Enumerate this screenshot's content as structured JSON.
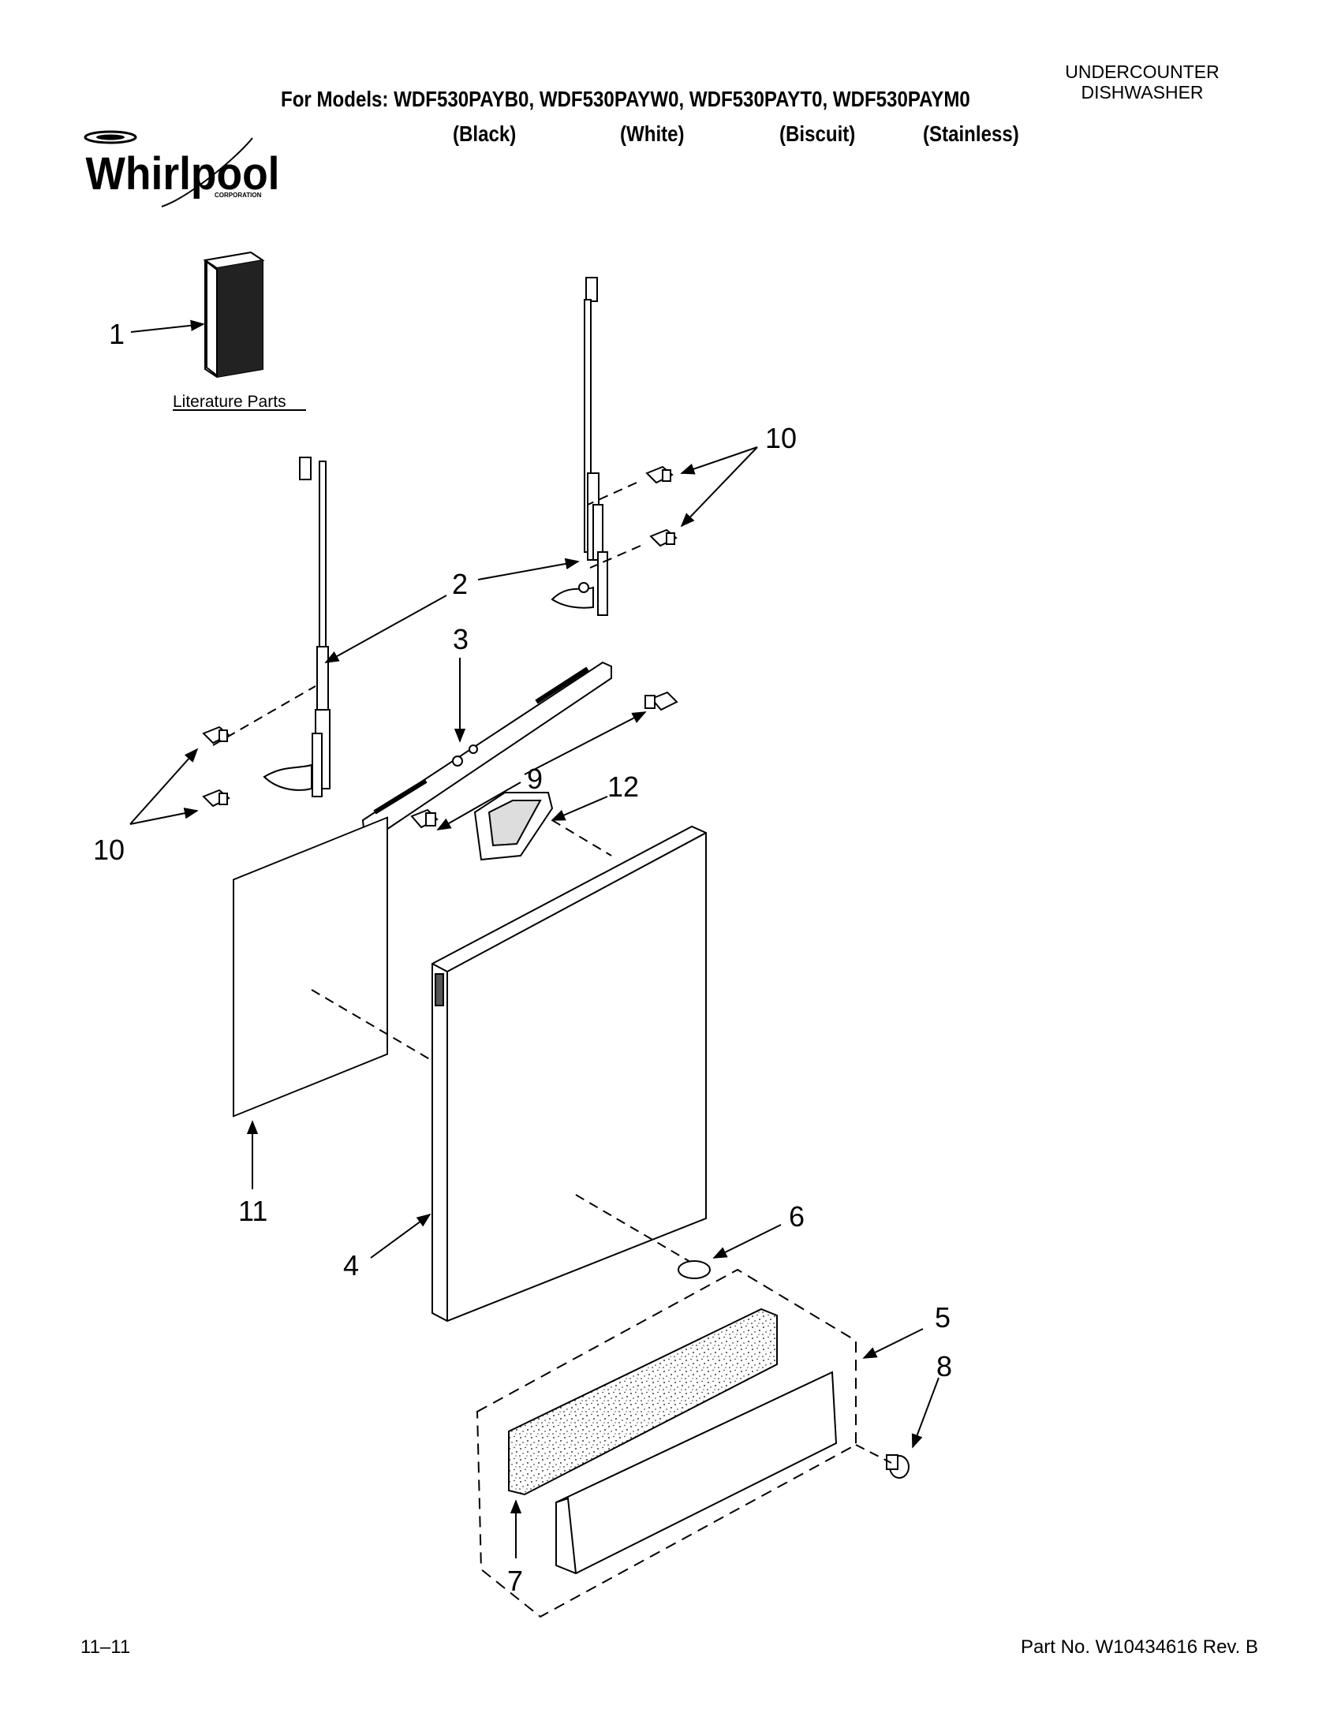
{
  "header": {
    "category_line1": "UNDERCOUNTER",
    "category_line2": "DISHWASHER",
    "models_line": "For Models: WDF530PAYB0, WDF530PAYW0, WDF530PAYT0, WDF530PAYM0",
    "colors": [
      "(Black)",
      "(White)",
      "(Biscuit)",
      "(Stainless)"
    ],
    "brand": "Whirlpool",
    "brand_sub": "CORPORATION"
  },
  "literature_label": "Literature Parts",
  "callouts": {
    "c1": "1",
    "c2": "2",
    "c3": "3",
    "c4": "4",
    "c5": "5",
    "c6": "6",
    "c7": "7",
    "c8": "8",
    "c9": "9",
    "c10a": "10",
    "c10b": "10",
    "c11": "11",
    "c12": "12"
  },
  "footer": {
    "date": "11–11",
    "part_no": "Part No. W10434616 Rev. B"
  }
}
